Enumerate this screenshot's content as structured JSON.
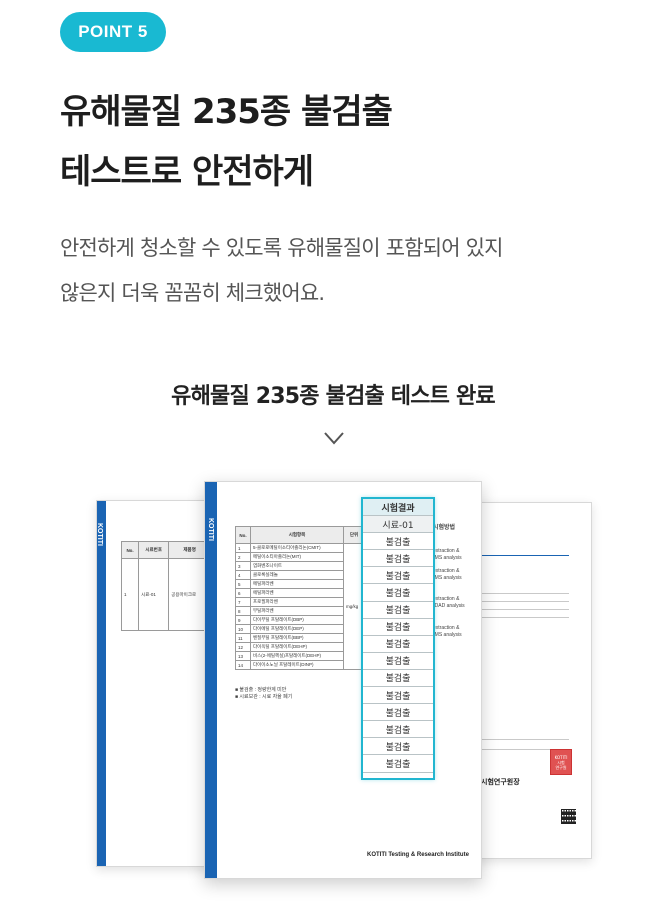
{
  "badge": {
    "label": "POINT 5"
  },
  "headline": {
    "line1": "유해물질 235종 불검출",
    "line2": "테스트로 안전하게"
  },
  "description": {
    "line1": "안전하게 청소할 수 있도록 유해물질이 포함되어 있지",
    "line2": "않은지 더욱 꼼꼼히 체크했어요."
  },
  "subheading": "유해물질 235종 불검출 테스트 완료",
  "colors": {
    "accent": "#19b9d2",
    "doc_brand": "#1a64b3",
    "highlight_border": "#21b6d0"
  },
  "icons": {
    "chevron": "chevron-down-icon"
  },
  "report": {
    "brand_side": "KOTITI",
    "left_table_headers": [
      "No.",
      "시료번호",
      "제품명"
    ],
    "left_row": {
      "no": "1",
      "sample": "시료-01",
      "product": "공용마이크로"
    },
    "main_table_headers": [
      "No.",
      "시험항목",
      "단위"
    ],
    "main_unit": "mg/kg",
    "main_items": [
      "5-클로로메틸이소티아졸리논(CMIT)",
      "메틸이소티아졸리논(MIT)",
      "염화벤조나이트",
      "클로록실레놀",
      "메틸파라벤",
      "에틸파라벤",
      "프로필파라벤",
      "부틸파라벤",
      "다이부틸 프탈레이트(DBP)",
      "다이에틸 프탈레이트(DEP)",
      "벤질부틸 프탈레이트(BBP)",
      "다이옥틸 프탈레이트(DEHP)",
      "비스(2-에틸헥실)프탈레이트(DEHP)",
      "다이이소노닐 프탈레이트(DINP)"
    ],
    "method_texts": [
      "extraction &",
      "-MS analysis",
      "extraction &",
      "-MS analysis",
      "extraction &",
      "-DAD analysis",
      "extraction &",
      "-MS analysis"
    ],
    "result_header": "시험결과",
    "result_subheader": "시료-01",
    "results": [
      "불검출",
      "불검출",
      "불검출",
      "불검출",
      "불검출",
      "불검출",
      "불검출",
      "불검출",
      "불검출",
      "불검출",
      "불검출",
      "불검출",
      "불검출",
      "불검출"
    ],
    "method_header": "시험방법",
    "director": "시험연구원장",
    "footer": "KOTITI Testing & Research Institute",
    "notes": [
      "■ 불검출 : 정량한계 미만",
      "■ 시료보관 : 시료 자율 폐기"
    ]
  }
}
